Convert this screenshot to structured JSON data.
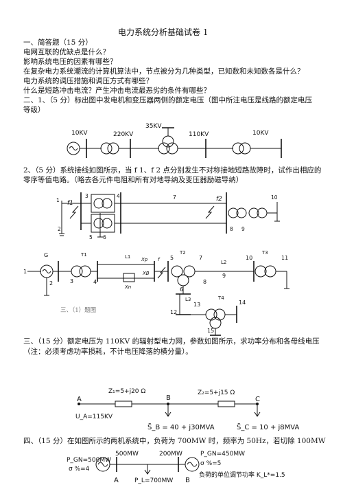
{
  "title": "电力系统分析基础试卷 1",
  "section1": {
    "heading": "一、简答题（15 分）",
    "questions": [
      "电网互联的优缺点是什么？",
      "影响系统电压的因素有哪些？",
      "在复杂电力系统潮流的计算机算法中，节点被分为几种类型，已知数和未知数各是什么？",
      "电力系统的调压措施和调压方式有哪些？",
      "什么是短路冲击电流？产生冲击电流最恶劣的条件有哪些？"
    ]
  },
  "section2": {
    "q1_line1": "二、1、（5 分）标出图中发电机和变压器两侧的额定电压（图中所注电压是线路的额定电压",
    "q1_line2": "等级）",
    "voltage_labels": [
      "10KV",
      "220KV",
      "35KV",
      "110KV",
      "10KV"
    ],
    "q2_line1": "2、（5 分）系统接线如图所示，当 f 1、f 2 点分别发生不对称接地短路故障时，试作出相应的",
    "q2_line2": "零序等值电路。（略去各元件电阻和所有对地导纳及变压器励磁导纳）",
    "diagram1_nodes": [
      "1",
      "2",
      "3",
      "4",
      "5",
      "6",
      "7",
      "8",
      "9",
      "10",
      "f1",
      "f2"
    ],
    "diagram2_nodes": [
      "G",
      "1",
      "2",
      "3",
      "4",
      "5",
      "6",
      "7",
      "8",
      "9",
      "10",
      "11",
      "12",
      "13",
      "14",
      "15"
    ],
    "diagram2_labels": [
      "T1",
      "L1",
      "Xp",
      "f",
      "Xn",
      "XB",
      "T2",
      "L2",
      "T3",
      "L3",
      "T4"
    ],
    "caption": "三、（1）题图"
  },
  "section3": {
    "line1": "三、（15 分）额定电压为 110KV 的辐射型电力网，参数如图所示，求功率分布和各母线电压",
    "line2": "（注：必须考虑功率损耗，不计电压降落的横分量）。",
    "z1": "Z₁=5+j20 Ω",
    "z2": "Z₂=5+j15 Ω",
    "node_a": "A",
    "node_b": "B",
    "node_c": "C",
    "ua": "U_A=115KV",
    "sb": "S̃_B = 40 + j30MVA",
    "sc": "S̃_C = 10 + j8MVA"
  },
  "section4": {
    "line1": "四、（15 分）在如图所示的两机系统中，负荷为 700MW 时，频率为 50Hz，若切除 100MW",
    "pgn_a": "P_GN=500MW",
    "sigma_a": "σ %=4",
    "flow_a": "500MW",
    "flow_b": "200MW",
    "pgn_b": "P_GN=450MW",
    "sigma_b": "σ %=5",
    "load": "P_L=700MW",
    "kl": "负荷的单位调节功率 K_L*=1.5",
    "node_a": "A",
    "node_b": "B"
  }
}
